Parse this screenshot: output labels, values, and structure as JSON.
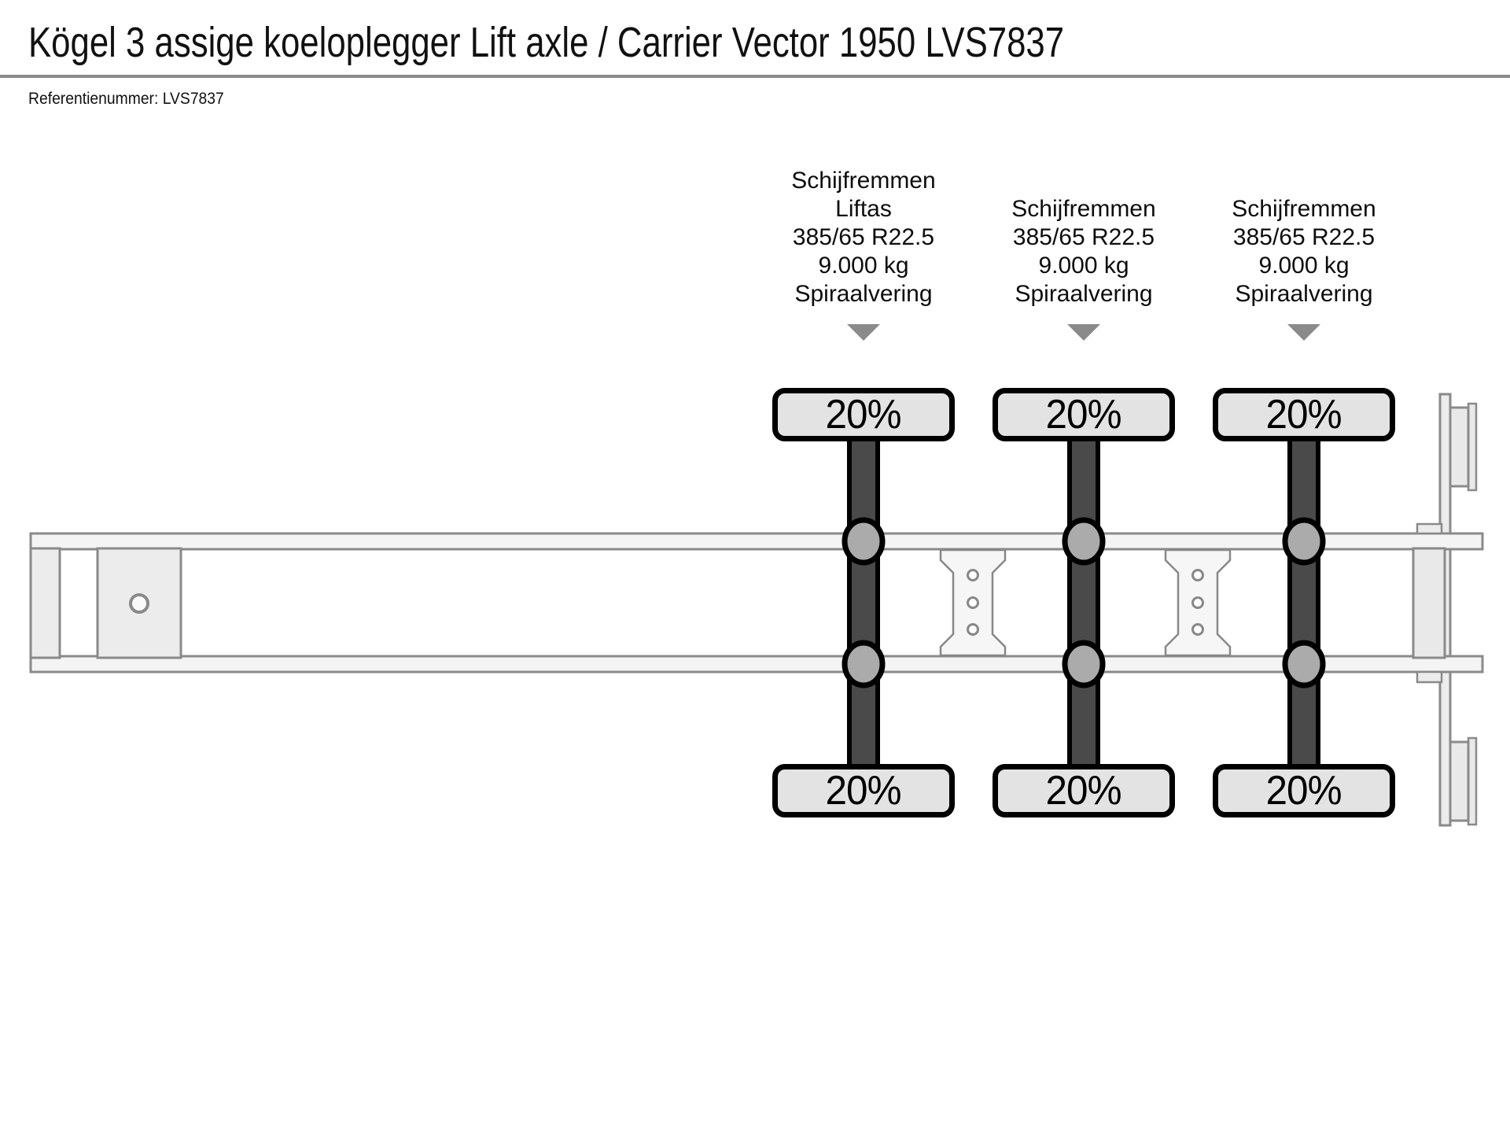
{
  "header": {
    "title": "Kögel 3 assige koeloplegger Lift axle / Carrier Vector 1950 LVS7837",
    "reference": "Referentienummer: LVS7837"
  },
  "diagram": {
    "type": "trailer-axle-load-side-profile",
    "axle_count": 3,
    "axles": [
      {
        "spec_lines": [
          "Schijfremmen",
          "Liftas",
          "385/65 R22.5",
          "9.000 kg",
          "Spiraalvering"
        ],
        "load_top": "20%",
        "load_bottom": "20%"
      },
      {
        "spec_lines": [
          "Schijfremmen",
          "385/65 R22.5",
          "9.000 kg",
          "Spiraalvering"
        ],
        "load_top": "20%",
        "load_bottom": "20%"
      },
      {
        "spec_lines": [
          "Schijfremmen",
          "385/65 R22.5",
          "9.000 kg",
          "Spiraalvering"
        ],
        "load_top": "20%",
        "load_bottom": "20%"
      }
    ]
  },
  "colors": {
    "divider_gray": "#8a8a8a",
    "frame_stroke": "#8a8a8a",
    "rail_fill": "#f4f4f4",
    "plate_fill": "#ececec",
    "gusset_fill": "#f6f6f6",
    "axle_fill": "#4a4a4a",
    "hub_fill": "#ababab",
    "badge_fill": "#e3e3e3",
    "badge_border": "#000000",
    "triangle_gray": "#8a8a8a",
    "text_black": "#111111"
  }
}
